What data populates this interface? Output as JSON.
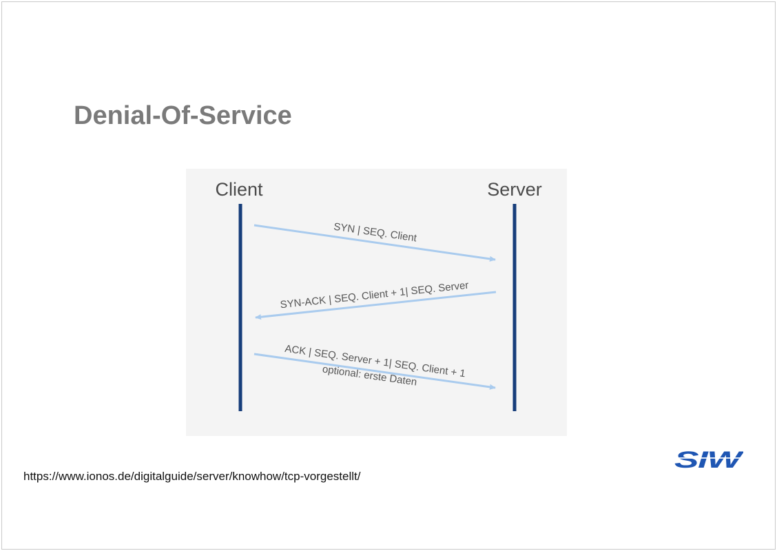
{
  "slide": {
    "title": "Denial-Of-Service",
    "source_url": "https://www.ionos.de/digitalguide/server/knowhow/tcp-vorgestellt/",
    "logo_text": "SIW"
  },
  "diagram": {
    "client_label": "Client",
    "server_label": "Server",
    "messages": [
      {
        "direction": "client-to-server",
        "label": "SYN | SEQ. Client",
        "sublabel": ""
      },
      {
        "direction": "server-to-client",
        "label": "SYN-ACK | SEQ. Client + 1| SEQ. Server",
        "sublabel": ""
      },
      {
        "direction": "client-to-server",
        "label": "ACK | SEQ. Server + 1| SEQ. Client + 1",
        "sublabel": "optional: erste Daten"
      }
    ],
    "colors": {
      "lifeline": "#163d7a",
      "arrow": "#a9cbee",
      "label_text": "#555555",
      "actor_text": "#4a4a4a",
      "background": "#f4f4f4",
      "logo_blue": "#1f56b3"
    }
  }
}
